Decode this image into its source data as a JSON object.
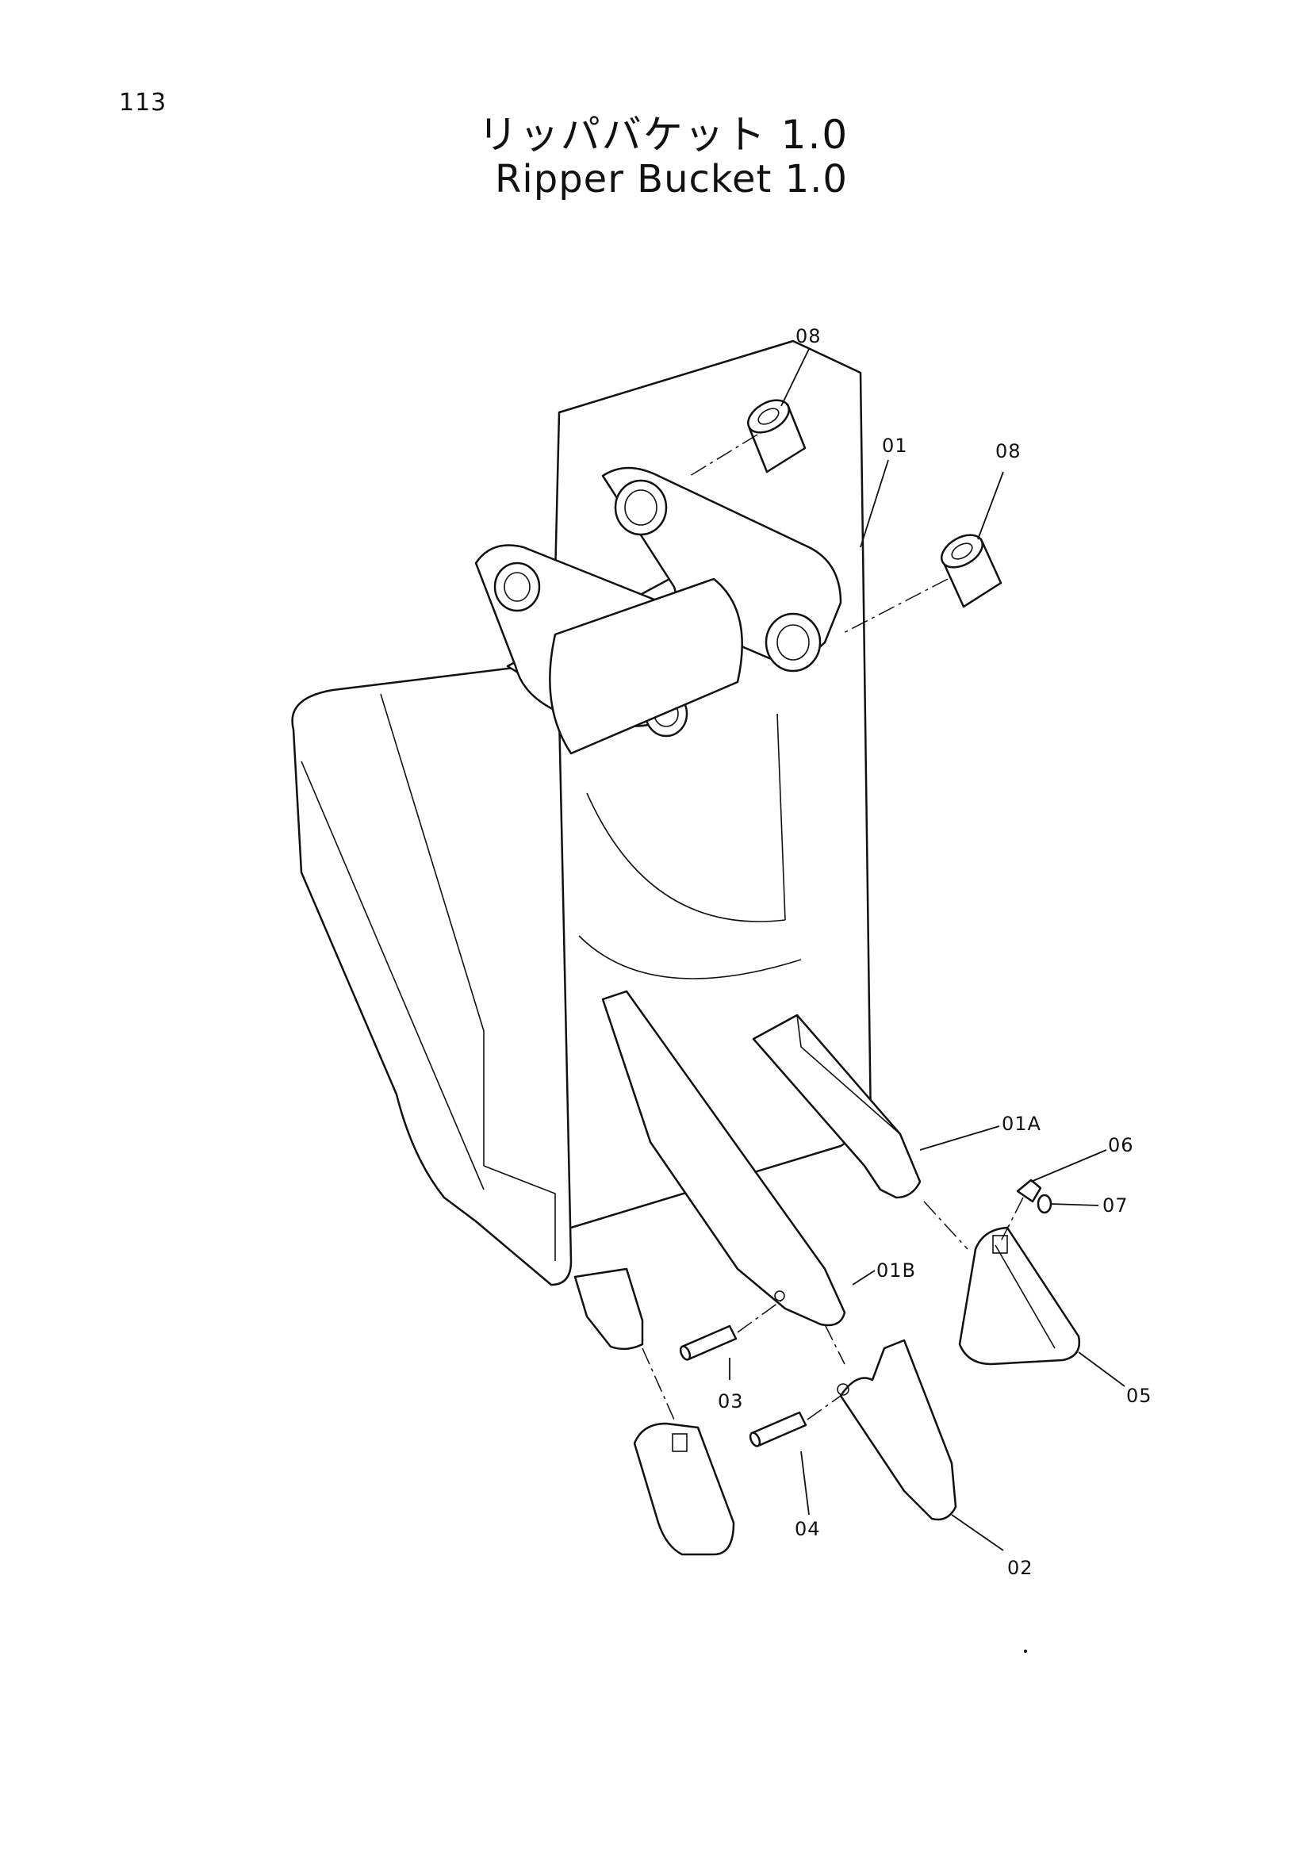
{
  "page": {
    "number": "113",
    "title_jp": "リッパバケット 1.0",
    "title_en": "Ripper Bucket 1.0"
  },
  "callouts": {
    "c08a": "08",
    "c01": "01",
    "c08b": "08",
    "c01a": "01A",
    "c06": "06",
    "c07": "07",
    "c01b": "01B",
    "c03": "03",
    "c05": "05",
    "c04": "04",
    "c02": "02"
  }
}
